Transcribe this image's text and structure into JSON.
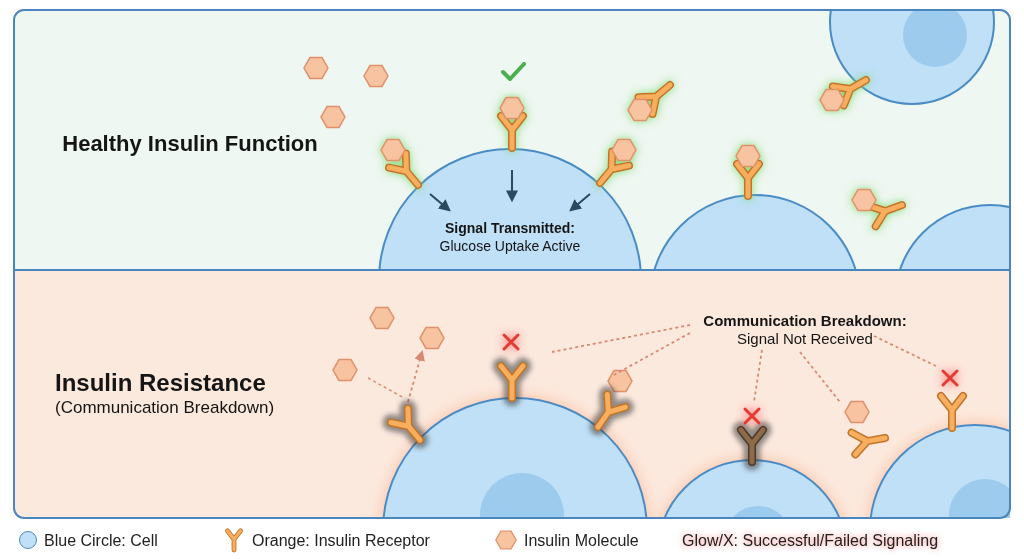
{
  "diagram": {
    "nodes": [
      {
        "text": [
          "Healthy Insulin Function"
        ]
      },
      {
        "text": [
          "Signal Transmitted:",
          "Glucose Uptake Active"
        ],
        "in": 0
      },
      {
        "text": [
          "Insulin Resistance",
          "(Communication Breakdown)"
        ]
      }
    ],
    "labels": [
      "Communication Breakdown:",
      "Signal Not Received"
    ],
    "legend": [
      {
        "text": "Blue Circle: Cell",
        "color": "#bfe0f7"
      },
      {
        "text": "Orange: Insulin Receptor"
      },
      {
        "text": "Insulin Molecule"
      },
      {
        "text": "Glow/X: Successful/Failed Signaling"
      }
    ]
  }
}
